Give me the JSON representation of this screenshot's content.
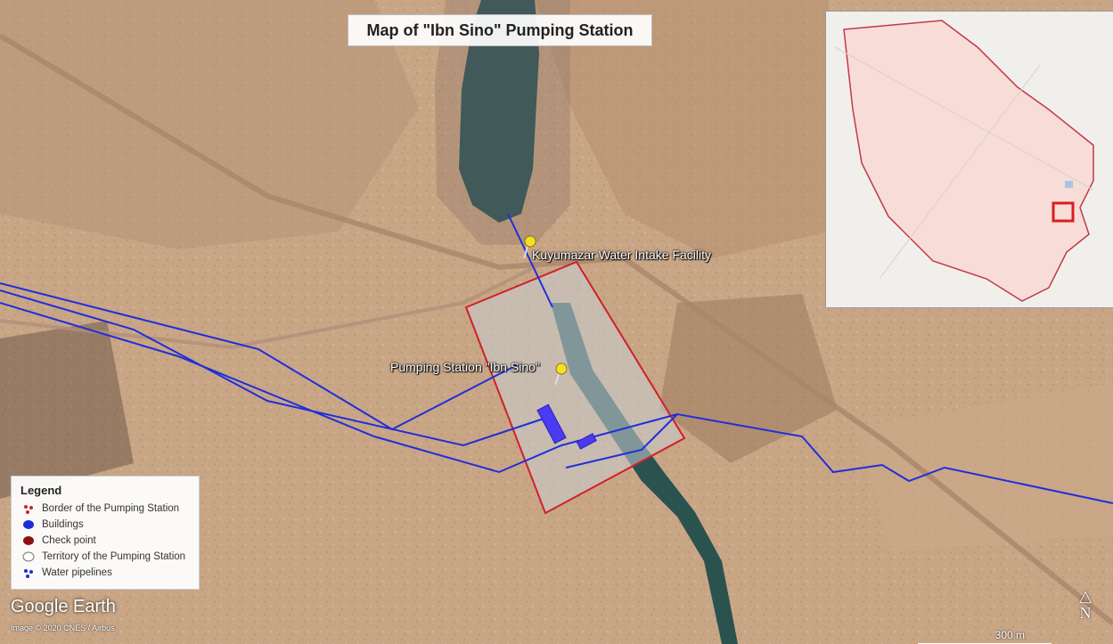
{
  "title": "Map of \"Ibn Sino\" Pumping Station",
  "labels": {
    "intake": "Kuyumazar Water Intake Facility",
    "station": "Pumping Station \"Ibn Sino\""
  },
  "legend": {
    "title": "Legend",
    "items": [
      {
        "label": "Border of the Pumping Station",
        "icon": "red-dots-icon",
        "color": "#c0282d"
      },
      {
        "label": "Buildings",
        "icon": "blue-polygon-icon",
        "color": "#1d2cd6"
      },
      {
        "label": "Check point",
        "icon": "red-polygon-icon",
        "color": "#8b1010"
      },
      {
        "label": "Territory of the Pumping Station",
        "icon": "white-polygon-icon",
        "color": "#ffffff"
      },
      {
        "label": "Water pipelines",
        "icon": "blue-dots-icon",
        "color": "#1d2cd6"
      }
    ]
  },
  "branding": {
    "logo": "Google Earth",
    "credit": "Image © 2020 CNES / Airbus"
  },
  "scale": {
    "label": "300 m"
  },
  "north": {
    "label": "N"
  },
  "colors": {
    "border": "#d0202a",
    "pipeline": "#1f2fd8",
    "building": "#4a3bf0",
    "territory": "#c8cdd4",
    "water": "#1d4a4a",
    "inset_region": "#f7dcd8"
  }
}
